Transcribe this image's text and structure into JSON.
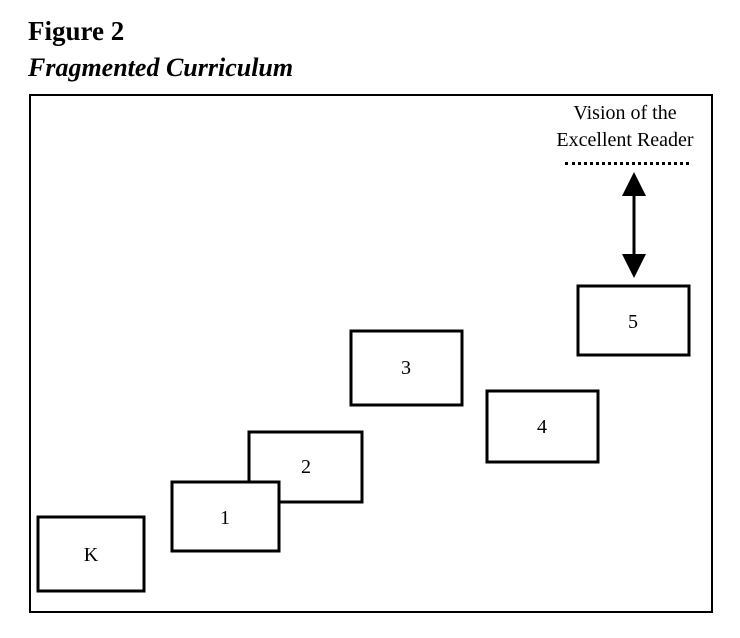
{
  "figure": {
    "label": "Figure 2",
    "title": "Fragmented Curriculum"
  },
  "diagram": {
    "vision": {
      "line1": "Vision of the",
      "line2": "Excellent Reader"
    },
    "grades": [
      {
        "id": "K",
        "label": "K"
      },
      {
        "id": "1",
        "label": "1"
      },
      {
        "id": "2",
        "label": "2"
      },
      {
        "id": "3",
        "label": "3"
      },
      {
        "id": "4",
        "label": "4"
      },
      {
        "id": "5",
        "label": "5"
      }
    ],
    "colors": {
      "line": "#000000",
      "background": "#ffffff"
    }
  }
}
